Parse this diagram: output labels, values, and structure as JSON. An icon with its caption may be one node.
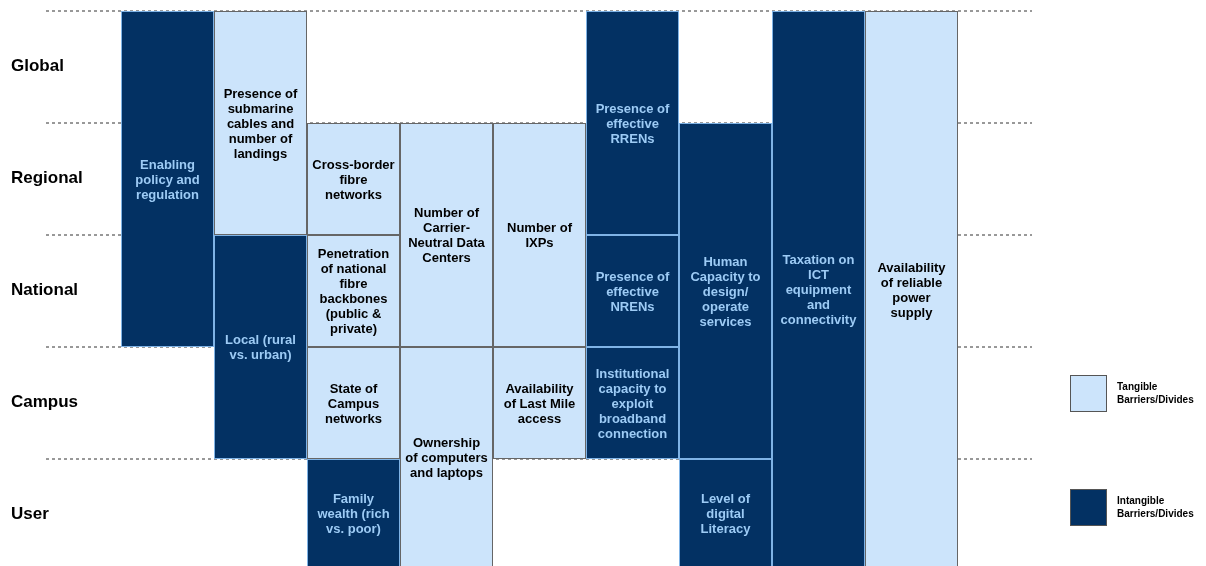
{
  "diagram": {
    "nodes": [
      {
        "text": [
          "Enabling policy and regulation"
        ]
      },
      {
        "text": [
          "Presence of submarine cables and number of landings"
        ]
      },
      {
        "text": [
          "Local (rural vs. urban)"
        ]
      },
      {
        "text": [
          "Cross-border fibre networks"
        ]
      },
      {
        "text": [
          "Penetration of national fibre backbones (public & private)"
        ]
      },
      {
        "text": [
          "State of Campus networks"
        ]
      },
      {
        "text": [
          "Family wealth (rich vs. poor)"
        ]
      },
      {
        "text": [
          "Number of Carrier-Neutral Data Centers"
        ]
      },
      {
        "text": [
          "Ownership of computers and laptops"
        ]
      },
      {
        "text": [
          "Number of IXPs"
        ]
      },
      {
        "text": [
          "Availability of Last Mile access"
        ]
      },
      {
        "text": [
          "Presence of effective RRENs"
        ]
      },
      {
        "text": [
          "Presence of effective NRENs"
        ]
      },
      {
        "text": [
          "Institutional capacity to exploit broadband connection"
        ]
      },
      {
        "text": [
          "Human Capacity to design/ operate services"
        ]
      },
      {
        "text": [
          "Level of digital Literacy"
        ]
      },
      {
        "text": [
          "Taxation on ICT equipment and connectivity"
        ]
      },
      {
        "text": [
          "Availability of reliable power supply"
        ]
      }
    ],
    "labels": [
      "Global",
      "Regional",
      "National",
      "Campus",
      "User"
    ],
    "legend": [
      {
        "text": "Tangible Barriers/Divides",
        "color": "#cce4fb"
      },
      {
        "text": "Intangible Barriers/Divides",
        "color": "#033163"
      }
    ]
  }
}
